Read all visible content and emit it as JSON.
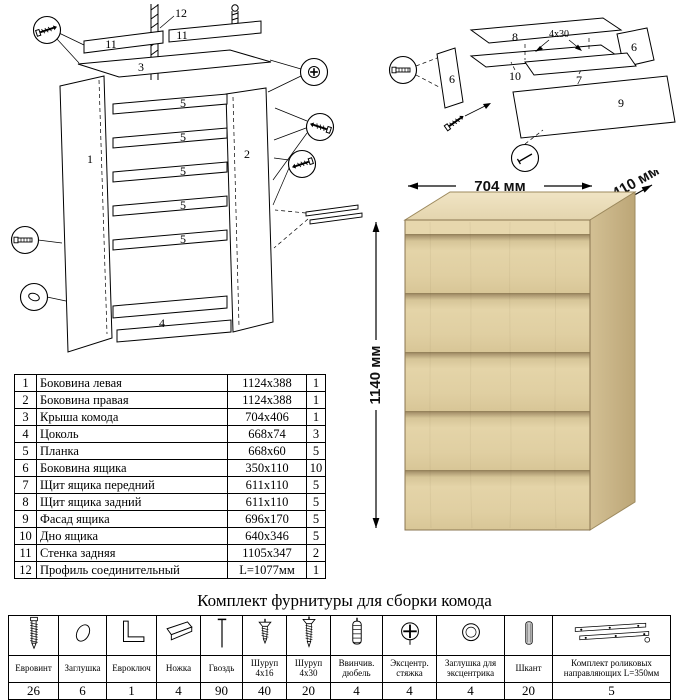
{
  "title": "Комплект фурнитуры для сборки комода",
  "dresser": {
    "width_label": "704 мм",
    "depth_label": "410 мм",
    "height_label": "1140 мм"
  },
  "cabinet": {
    "p1": "1",
    "p2": "2",
    "p3": "3",
    "p4": "4",
    "p5": "5",
    "p11": "11",
    "p12": "12"
  },
  "drawer": {
    "p6": "6",
    "p7": "7",
    "p8": "8",
    "p9": "9",
    "p10": "10",
    "screw_note": "4х30"
  },
  "parts_table": {
    "rows": [
      {
        "num": "1",
        "name": "Боковина левая",
        "size": "1124х388",
        "qty": "1"
      },
      {
        "num": "2",
        "name": "Боковина правая",
        "size": "1124х388",
        "qty": "1"
      },
      {
        "num": "3",
        "name": "Крыша комода",
        "size": "704х406",
        "qty": "1"
      },
      {
        "num": "4",
        "name": "Цоколь",
        "size": "668х74",
        "qty": "3"
      },
      {
        "num": "5",
        "name": "Планка",
        "size": "668х60",
        "qty": "5"
      },
      {
        "num": "6",
        "name": "Боковина ящика",
        "size": "350х110",
        "qty": "10"
      },
      {
        "num": "7",
        "name": "Щит ящика передний",
        "size": "611х110",
        "qty": "5"
      },
      {
        "num": "8",
        "name": "Щит ящика задний",
        "size": "611х110",
        "qty": "5"
      },
      {
        "num": "9",
        "name": "Фасад ящика",
        "size": "696х170",
        "qty": "5"
      },
      {
        "num": "10",
        "name": "Дно ящика",
        "size": "640х346",
        "qty": "5"
      },
      {
        "num": "11",
        "name": "Стенка задняя",
        "size": "1105х347",
        "qty": "2"
      },
      {
        "num": "12",
        "name": "Профиль соединительный",
        "size": "L=1077мм",
        "qty": "1"
      }
    ]
  },
  "hardware_table": {
    "items": [
      {
        "icon": "euro-screw-icon",
        "name": "Евровинт",
        "qty": "26"
      },
      {
        "icon": "cap-icon",
        "name": "Заглушка",
        "qty": "6"
      },
      {
        "icon": "hex-key-icon",
        "name": "Евроключ",
        "qty": "1"
      },
      {
        "icon": "foot-icon",
        "name": "Ножка",
        "qty": "4"
      },
      {
        "icon": "nail-icon",
        "name": "Гвоздь",
        "qty": "90"
      },
      {
        "icon": "screw-4x16-icon",
        "name": "Шуруп 4х16",
        "qty": "40"
      },
      {
        "icon": "screw-4x30-icon",
        "name": "Шуруп 4х30",
        "qty": "20"
      },
      {
        "icon": "dowel-screw-icon",
        "name": "Ввинчив. дюбель",
        "qty": "4"
      },
      {
        "icon": "cam-lock-icon",
        "name": "Эксцентр. стяжка",
        "qty": "4"
      },
      {
        "icon": "cam-cap-icon",
        "name": "Заглушка для эксцентрика",
        "qty": "4"
      },
      {
        "icon": "wood-dowel-icon",
        "name": "Шкант",
        "qty": "20"
      },
      {
        "icon": "drawer-slide-icon",
        "name": "Комплект роликовых направляющих L=350мм",
        "qty": "5"
      }
    ]
  }
}
